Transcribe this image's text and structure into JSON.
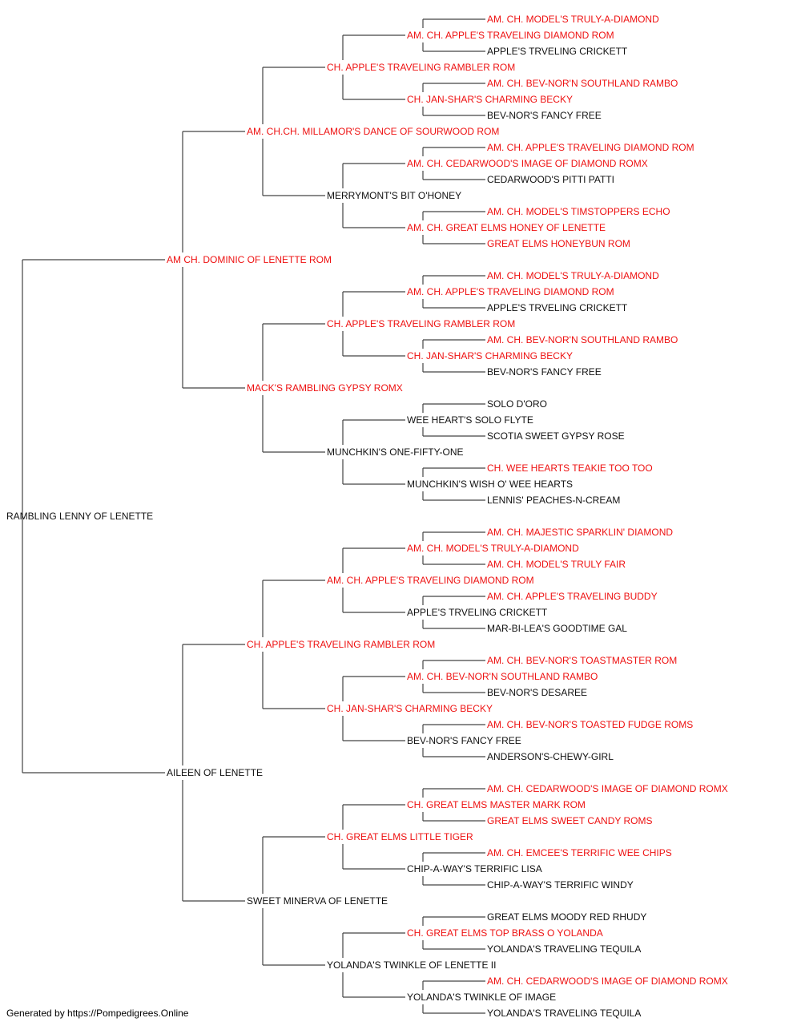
{
  "colors": {
    "champion": "#ee1111",
    "regular": "#111111",
    "line": "#444444"
  },
  "footer": "Generated by https://Pompedigrees.Online",
  "pedigree": {
    "name": "RAMBLING LENNY OF LENETTE",
    "champion": false,
    "sire": {
      "name": "AM CH. DOMINIC OF LENETTE ROM",
      "champion": true,
      "sire": {
        "name": "AM. CH.CH. MILLAMOR'S DANCE OF SOURWOOD ROM",
        "champion": true,
        "sire": {
          "name": "CH. APPLE'S TRAVELING RAMBLER ROM",
          "champion": true,
          "sire": {
            "name": "AM. CH. APPLE'S TRAVELING DIAMOND ROM",
            "champion": true,
            "sire": {
              "name": "AM. CH. MODEL'S TRULY-A-DIAMOND",
              "champion": true
            },
            "dam": {
              "name": "APPLE'S TRVELING CRICKETT",
              "champion": false
            }
          },
          "dam": {
            "name": "CH. JAN-SHAR'S CHARMING BECKY",
            "champion": true,
            "sire": {
              "name": "AM. CH. BEV-NOR'N SOUTHLAND RAMBO",
              "champion": true
            },
            "dam": {
              "name": "BEV-NOR'S FANCY FREE",
              "champion": false
            }
          }
        },
        "dam": {
          "name": "MERRYMONT'S BIT O'HONEY",
          "champion": false,
          "sire": {
            "name": "AM. CH. CEDARWOOD'S IMAGE OF DIAMOND ROMX",
            "champion": true,
            "sire": {
              "name": "AM. CH. APPLE'S TRAVELING DIAMOND ROM",
              "champion": true
            },
            "dam": {
              "name": "CEDARWOOD'S PITTI PATTI",
              "champion": false
            }
          },
          "dam": {
            "name": "AM. CH. GREAT ELMS HONEY OF LENETTE",
            "champion": true,
            "sire": {
              "name": "AM. CH. MODEL'S TIMSTOPPERS ECHO",
              "champion": true
            },
            "dam": {
              "name": "GREAT ELMS HONEYBUN ROM",
              "champion": true
            }
          }
        }
      },
      "dam": {
        "name": "MACK'S RAMBLING GYPSY ROMX",
        "champion": true,
        "sire": {
          "name": "CH. APPLE'S TRAVELING RAMBLER ROM",
          "champion": true,
          "sire": {
            "name": "AM. CH. APPLE'S TRAVELING DIAMOND ROM",
            "champion": true,
            "sire": {
              "name": "AM. CH. MODEL'S TRULY-A-DIAMOND",
              "champion": true
            },
            "dam": {
              "name": "APPLE'S TRVELING CRICKETT",
              "champion": false
            }
          },
          "dam": {
            "name": "CH. JAN-SHAR'S CHARMING BECKY",
            "champion": true,
            "sire": {
              "name": "AM. CH. BEV-NOR'N SOUTHLAND RAMBO",
              "champion": true
            },
            "dam": {
              "name": "BEV-NOR'S FANCY FREE",
              "champion": false
            }
          }
        },
        "dam": {
          "name": "MUNCHKIN'S ONE-FIFTY-ONE",
          "champion": false,
          "sire": {
            "name": "WEE HEART'S SOLO FLYTE",
            "champion": false,
            "sire": {
              "name": "SOLO D'ORO",
              "champion": false
            },
            "dam": {
              "name": "SCOTIA SWEET GYPSY ROSE",
              "champion": false
            }
          },
          "dam": {
            "name": "MUNCHKIN'S WISH O' WEE HEARTS",
            "champion": false,
            "sire": {
              "name": "CH. WEE HEARTS TEAKIE TOO TOO",
              "champion": true
            },
            "dam": {
              "name": "LENNIS' PEACHES-N-CREAM",
              "champion": false
            }
          }
        }
      }
    },
    "dam": {
      "name": "AILEEN OF LENETTE",
      "champion": false,
      "sire": {
        "name": "CH. APPLE'S TRAVELING RAMBLER ROM",
        "champion": true,
        "sire": {
          "name": "AM. CH. APPLE'S TRAVELING DIAMOND ROM",
          "champion": true,
          "sire": {
            "name": "AM. CH. MODEL'S TRULY-A-DIAMOND",
            "champion": true,
            "sire": {
              "name": "AM. CH. MAJESTIC SPARKLIN' DIAMOND",
              "champion": true
            },
            "dam": {
              "name": "AM. CH. MODEL'S TRULY FAIR",
              "champion": true
            }
          },
          "dam": {
            "name": "APPLE'S TRVELING CRICKETT",
            "champion": false,
            "sire": {
              "name": "AM. CH. APPLE'S TRAVELING BUDDY",
              "champion": true
            },
            "dam": {
              "name": "MAR-BI-LEA'S GOODTIME GAL",
              "champion": false
            }
          }
        },
        "dam": {
          "name": "CH. JAN-SHAR'S CHARMING BECKY",
          "champion": true,
          "sire": {
            "name": "AM. CH. BEV-NOR'N SOUTHLAND RAMBO",
            "champion": true,
            "sire": {
              "name": "AM. CH. BEV-NOR'S TOASTMASTER ROM",
              "champion": true
            },
            "dam": {
              "name": "BEV-NOR'S DESAREE",
              "champion": false
            }
          },
          "dam": {
            "name": "BEV-NOR'S FANCY FREE",
            "champion": false,
            "sire": {
              "name": "AM. CH. BEV-NOR'S TOASTED FUDGE ROMS",
              "champion": true
            },
            "dam": {
              "name": "ANDERSON'S-CHEWY-GIRL",
              "champion": false
            }
          }
        }
      },
      "dam": {
        "name": "SWEET MINERVA OF LENETTE",
        "champion": false,
        "sire": {
          "name": "CH. GREAT ELMS LITTLE TIGER",
          "champion": true,
          "sire": {
            "name": "CH. GREAT ELMS MASTER MARK ROM",
            "champion": true,
            "sire": {
              "name": "AM. CH. CEDARWOOD'S IMAGE OF DIAMOND ROMX",
              "champion": true
            },
            "dam": {
              "name": "GREAT ELMS SWEET CANDY ROMS",
              "champion": true
            }
          },
          "dam": {
            "name": "CHIP-A-WAY'S TERRIFIC LISA",
            "champion": false,
            "sire": {
              "name": "AM. CH. EMCEE'S TERRIFIC WEE CHIPS",
              "champion": true
            },
            "dam": {
              "name": "CHIP-A-WAY'S TERRIFIC WINDY",
              "champion": false
            }
          }
        },
        "dam": {
          "name": "YOLANDA'S TWINKLE OF LENETTE II",
          "champion": false,
          "sire": {
            "name": "CH. GREAT ELMS TOP BRASS O YOLANDA",
            "champion": true,
            "sire": {
              "name": "GREAT ELMS MOODY RED RHUDY",
              "champion": false
            },
            "dam": {
              "name": "YOLANDA'S TRAVELING TEQUILA",
              "champion": false
            }
          },
          "dam": {
            "name": "YOLANDA'S TWINKLE OF IMAGE",
            "champion": false,
            "sire": {
              "name": "AM. CH. CEDARWOOD'S IMAGE OF DIAMOND ROMX",
              "champion": true
            },
            "dam": {
              "name": "YOLANDA'S TRAVELING TEQUILA",
              "champion": false
            }
          }
        }
      }
    }
  }
}
